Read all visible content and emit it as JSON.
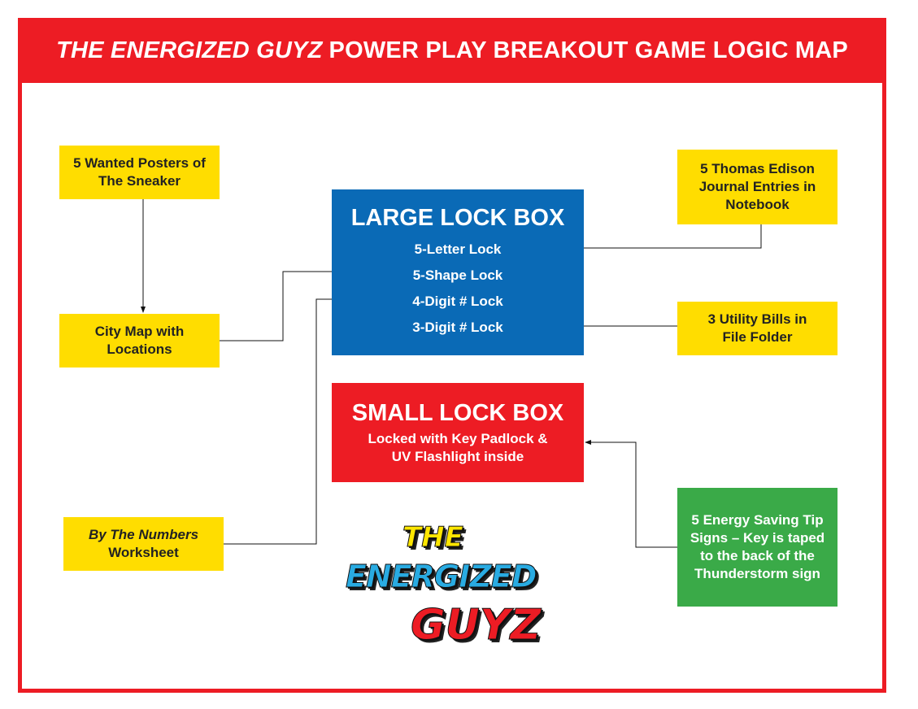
{
  "title": {
    "italic": "THE ENERGIZED GUYZ",
    "rest": "POWER PLAY BREAKOUT GAME LOGIC MAP"
  },
  "nodes": {
    "wanted": "5 Wanted Posters of The Sneaker",
    "city_map": "City Map with Locations",
    "numbers": {
      "italic": "By The Numbers",
      "rest": "Worksheet"
    },
    "large_box": {
      "title": "LARGE LOCK BOX",
      "locks": [
        "5-Letter Lock",
        "5-Shape Lock",
        "4-Digit # Lock",
        "3-Digit # Lock"
      ]
    },
    "small_box": {
      "title": "SMALL LOCK BOX",
      "desc": "Locked with Key Padlock & UV Flashlight inside"
    },
    "edison": "5 Thomas Edison Journal Entries in Notebook",
    "utility": "3 Utility Bills in File Folder",
    "energy": "5 Energy Saving Tip Signs – Key is taped to the back of the Thunderstorm sign"
  },
  "logo": {
    "line1": "THE",
    "line2": "ENERGIZED",
    "line3": "GUYZ"
  },
  "colors": {
    "red": "#ed1c24",
    "yellow": "#ffdd00",
    "blue": "#0a6ab6",
    "green": "#3aaa48"
  }
}
